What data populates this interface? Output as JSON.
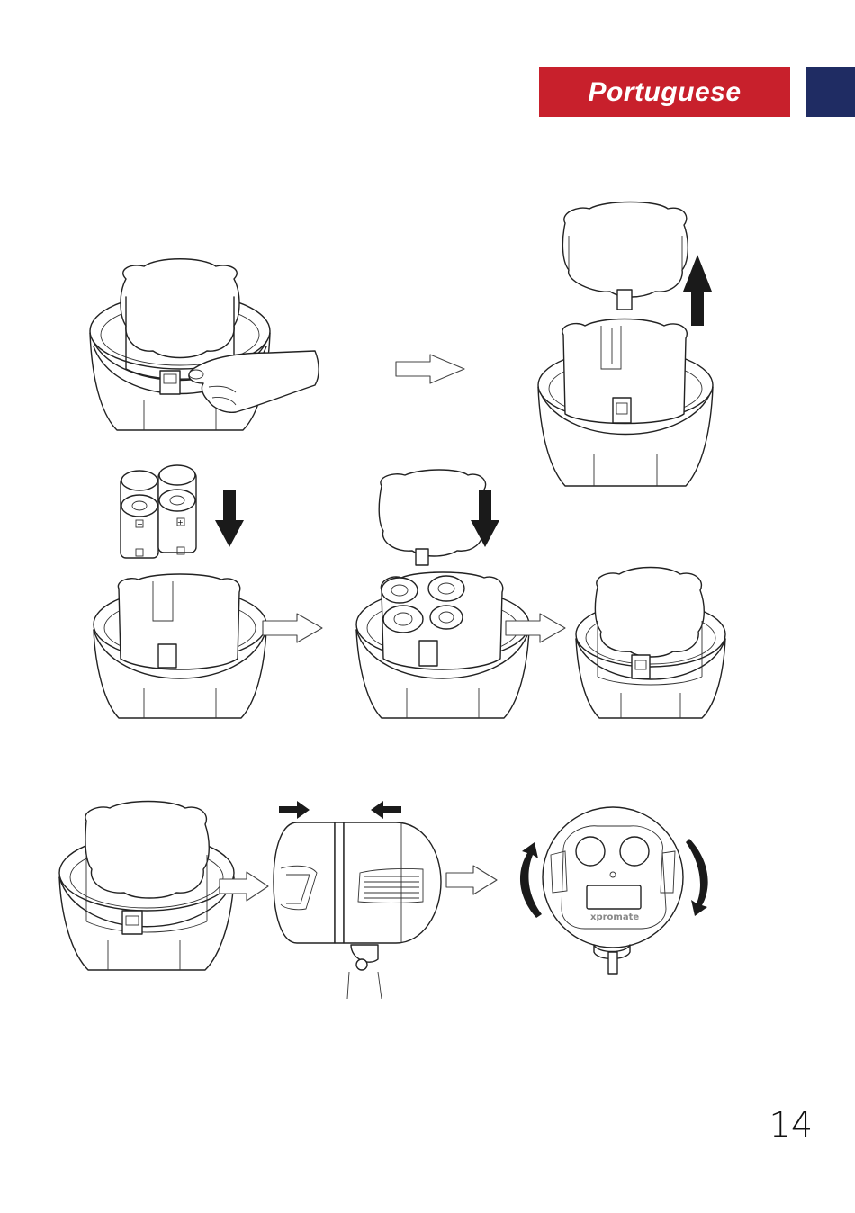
{
  "header": {
    "language_label": "Portuguese",
    "accent_color": "#c8202c",
    "side_tab_color": "#1f2c63"
  },
  "illustrations": {
    "product_brand_mark": "xpromate",
    "battery_polarity_plus": "+",
    "battery_polarity_minus": "−",
    "icons": [
      "hollow-arrow-right",
      "solid-arrow-up",
      "solid-arrow-down",
      "solid-arrow-left",
      "curved-arrow-rotate"
    ]
  },
  "footer": {
    "page_number": "14"
  }
}
